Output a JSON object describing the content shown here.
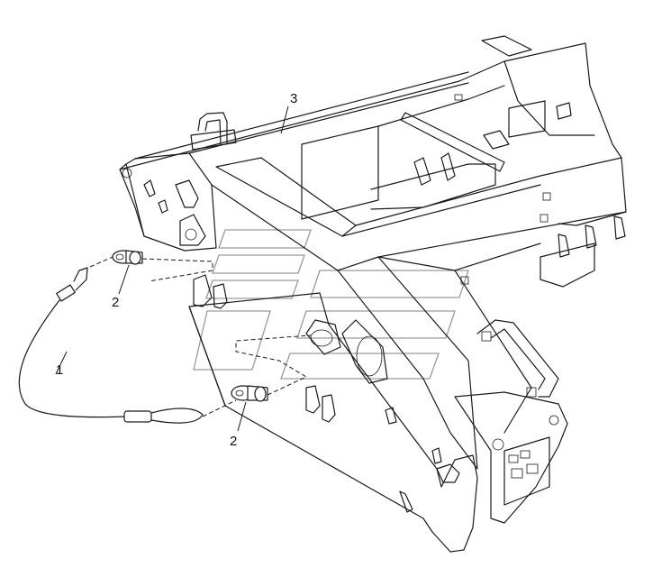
{
  "callouts": {
    "cable": "1",
    "pin_upper": "2",
    "pin_lower": "2",
    "frame": "3"
  },
  "colors": {
    "line": "#1a1a1a",
    "watermark": "#9a9a9a",
    "background": "#ffffff"
  }
}
